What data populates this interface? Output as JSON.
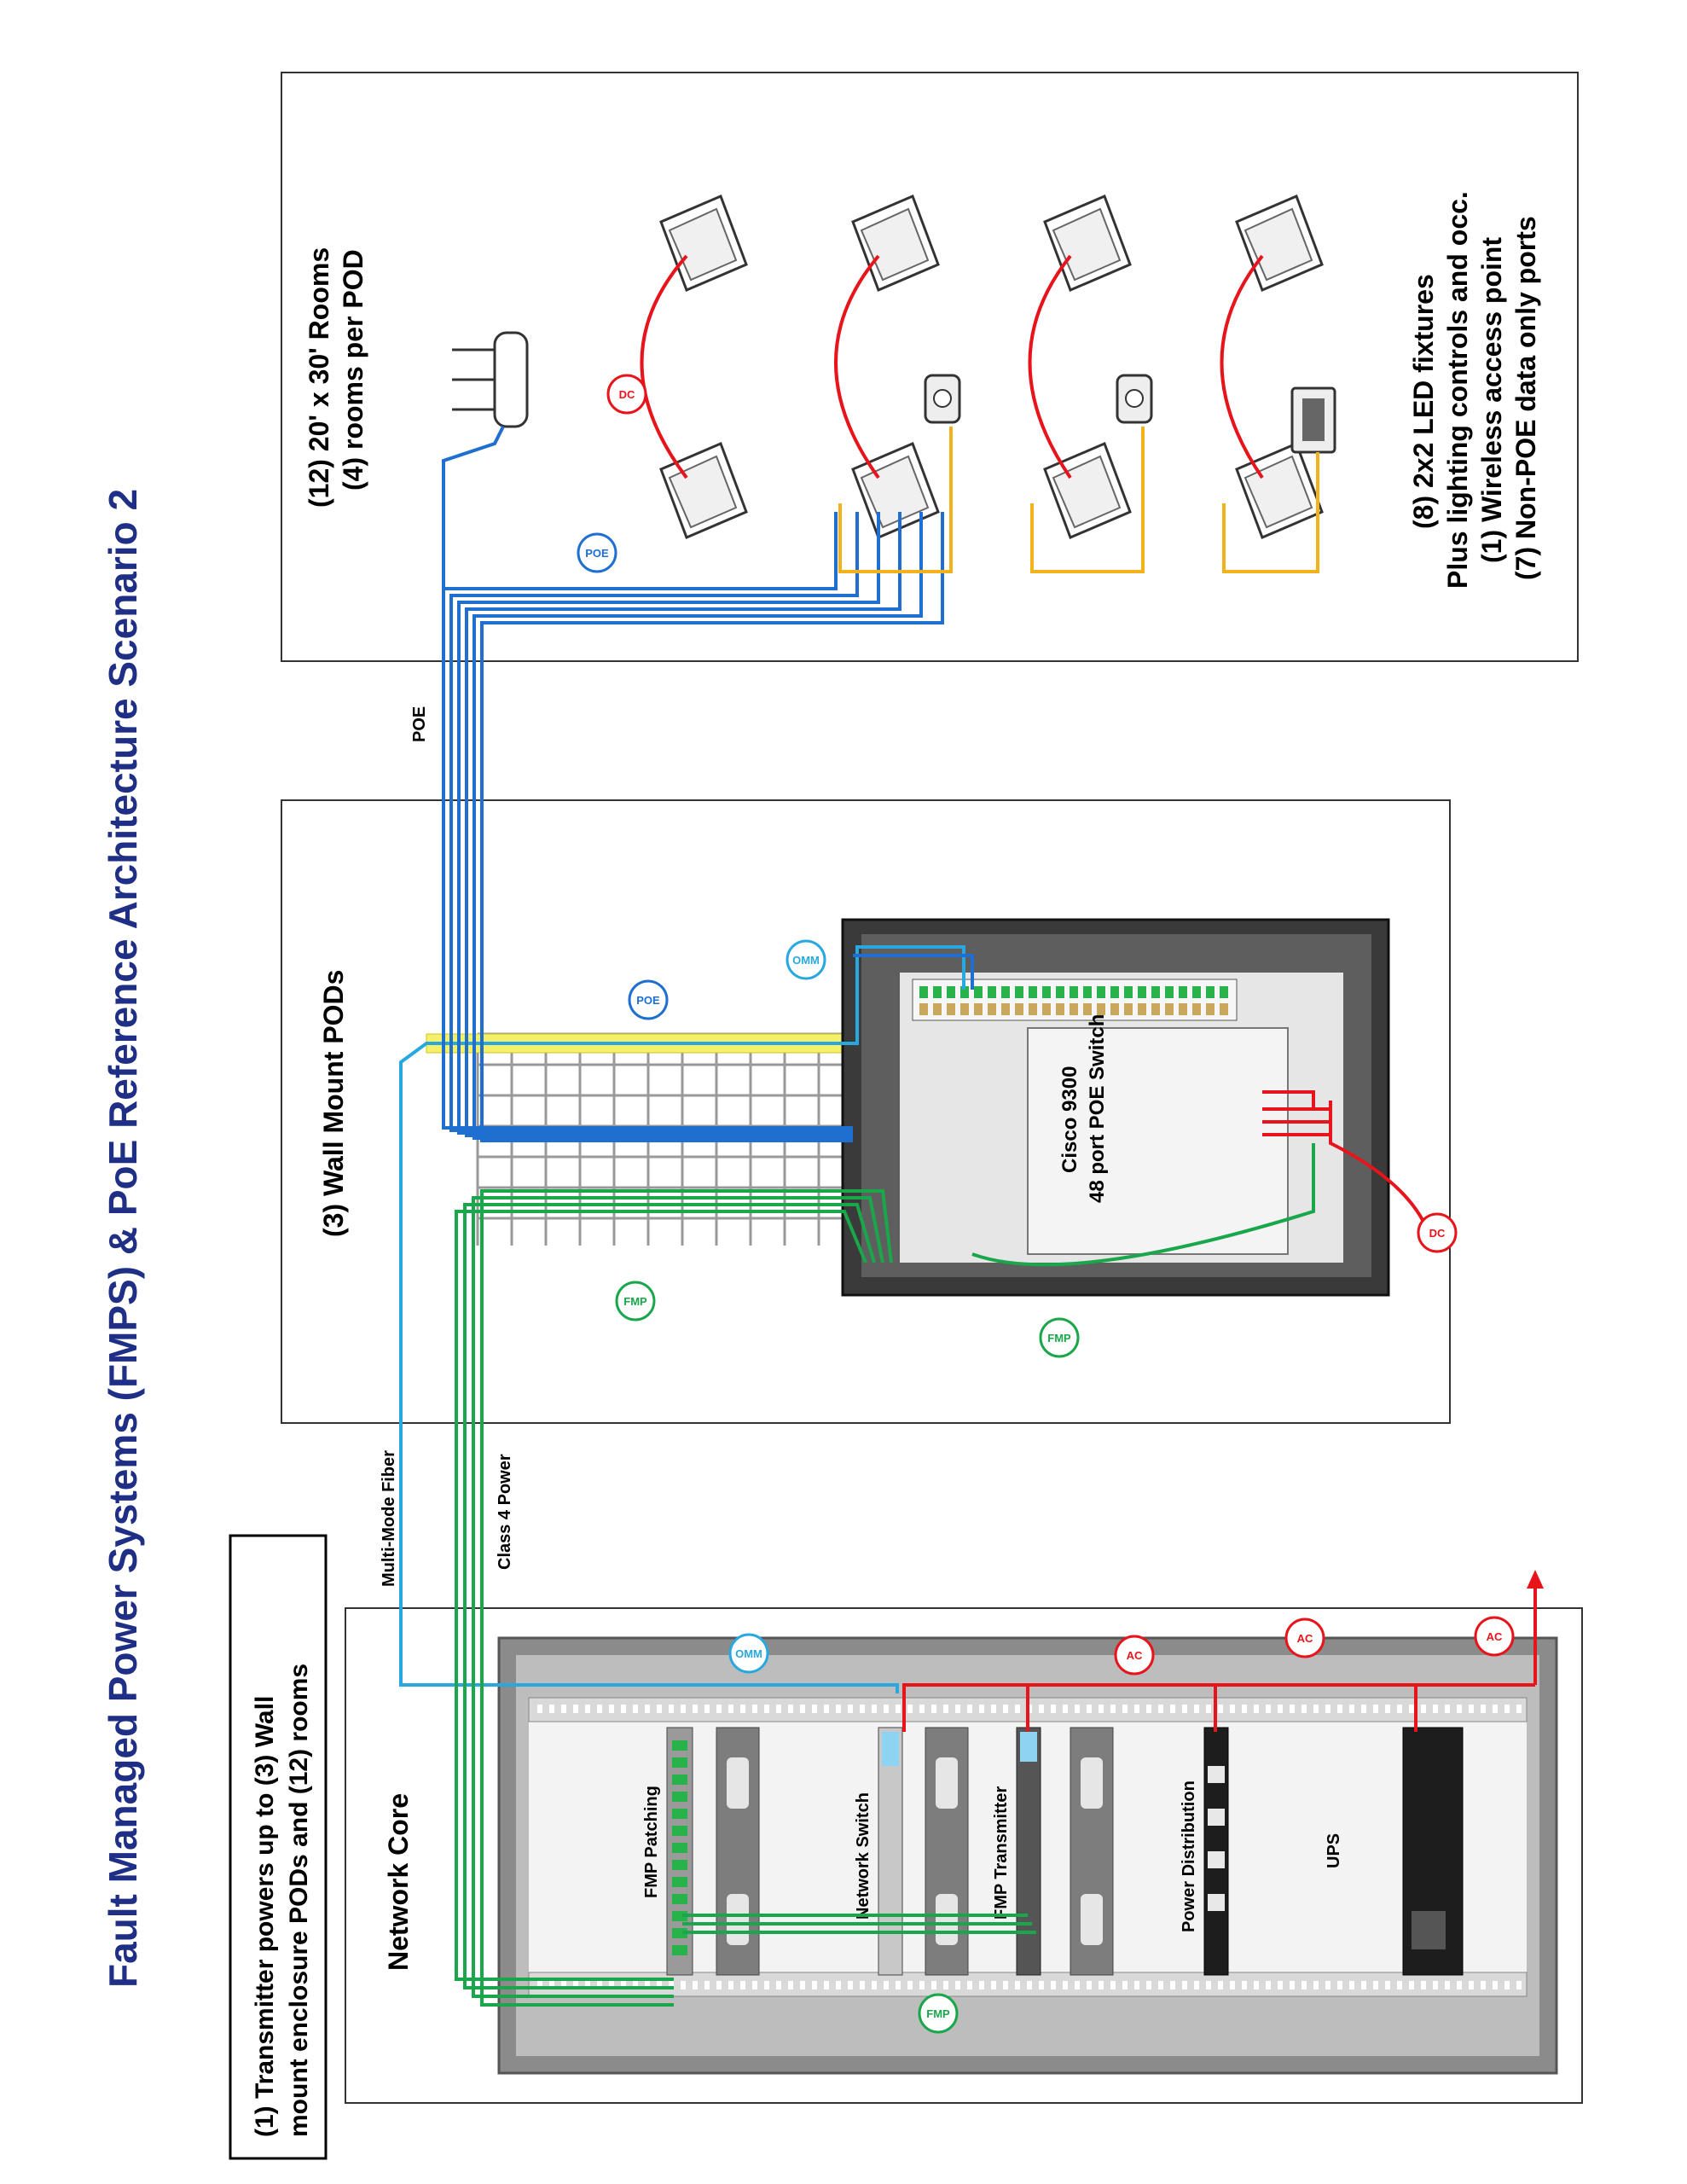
{
  "title": "Fault Managed Power Systems (FMPS) & PoE Reference Architecture Scenario 2",
  "note_transmitter": [
    "(1) Transmitter powers up to (3) Wall",
    "mount enclosure PODs and (12) rooms"
  ],
  "network_core": {
    "label": "Network Core",
    "rack_labels": {
      "fmp_patching": "FMP Patching",
      "network_switch": "Network Switch",
      "fmp_transmitter": "FMP Transmitter",
      "power_distribution": "Power Distribution",
      "ups": "UPS"
    }
  },
  "cables": {
    "multimode_fiber": "Multi-Mode Fiber",
    "class4_power": "Class 4 Power",
    "poe": "POE"
  },
  "wall_pods": {
    "label": "(3) Wall Mount PODs",
    "switch_label": [
      "Cisco 9300",
      "48 port POE Switch"
    ]
  },
  "rooms": {
    "heading": [
      "(12) 20' x 30' Rooms",
      "(4) rooms per POD"
    ],
    "details": [
      "(8) 2x2 LED fixtures",
      "Plus lighting controls and occ.",
      "(1) Wireless access point",
      "(7) Non-POE data only ports"
    ]
  },
  "badges": {
    "omm": "OMM",
    "fmp": "FMP",
    "poe": "POE",
    "ac": "AC",
    "dc": "DC"
  },
  "colors": {
    "title": "#1f2f86",
    "poe_cable": "#1e6fd0",
    "fiber_cable": "#29a8df",
    "power_cable": "#1aa64a",
    "ac_dc_cable": "#e8141b",
    "control_cable": "#f2b21b",
    "yellow_tray": "#f5f06a"
  }
}
